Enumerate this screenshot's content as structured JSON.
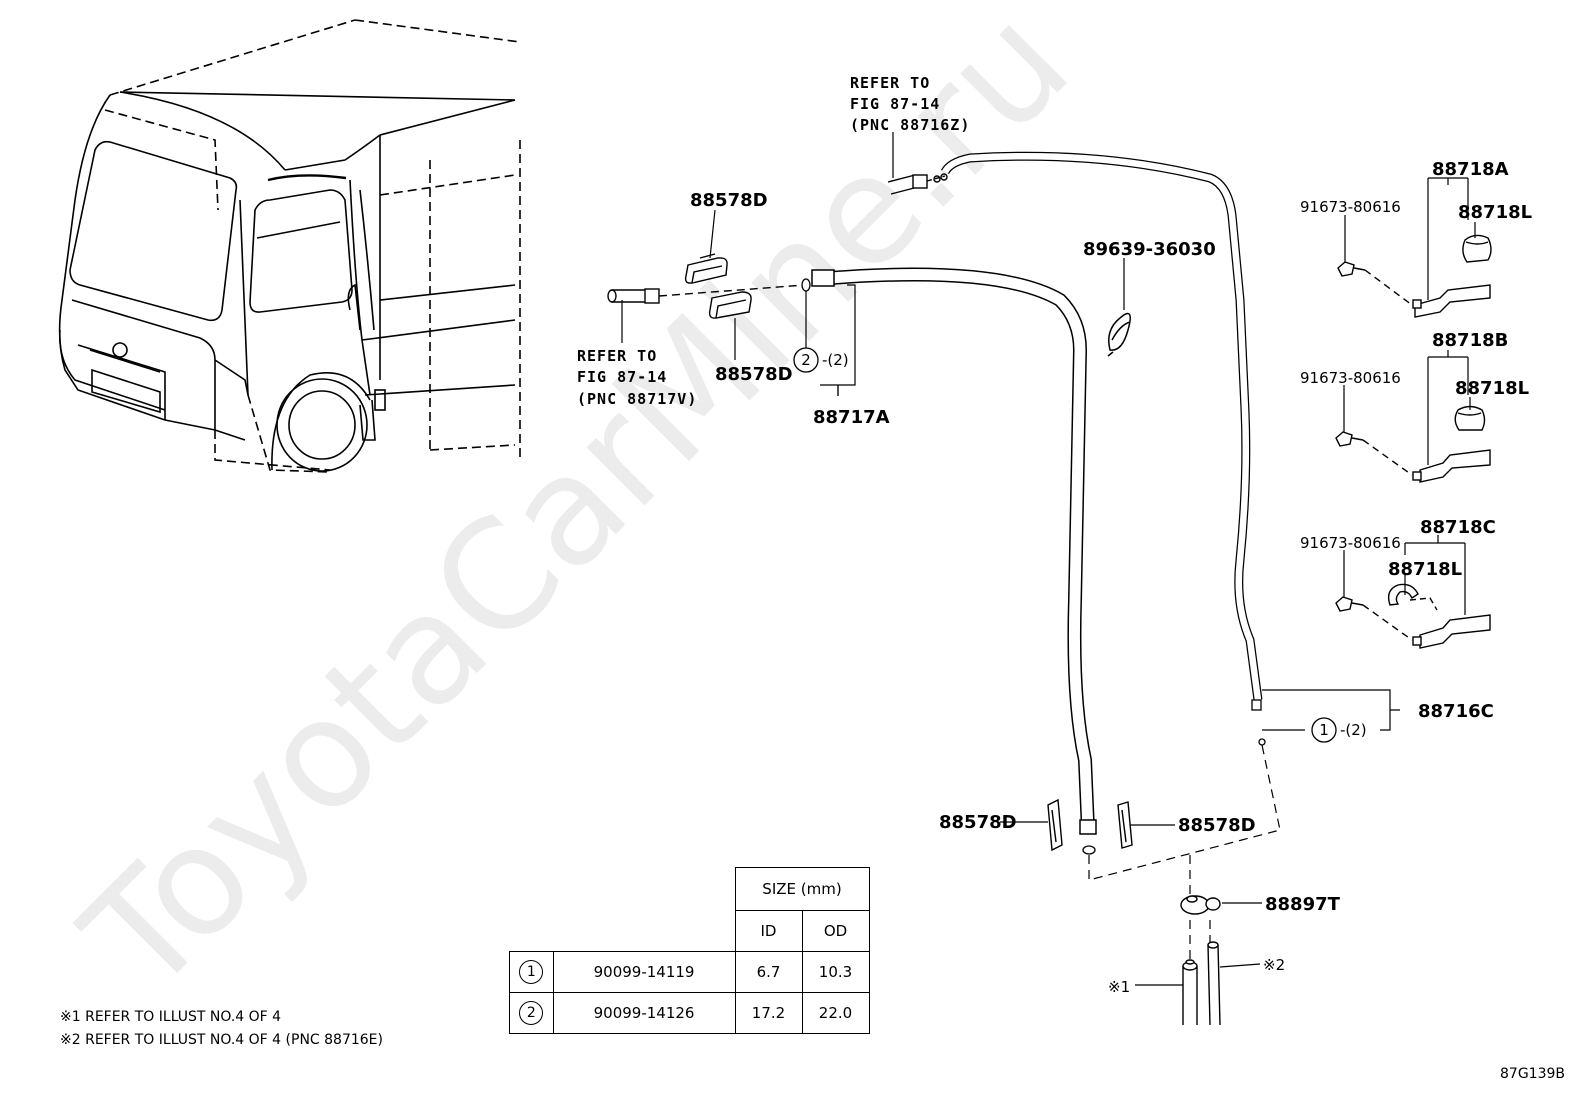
{
  "watermark": "ToyotaCarMine.ru",
  "diagram_code": "87G139B",
  "labels": {
    "refer_top": [
      "REFER TO",
      "FIG 87-14",
      "(PNC 88716Z)"
    ],
    "refer_left": [
      "REFER TO",
      "FIG 87-14",
      "(PNC 88717V)"
    ],
    "p88578d_top": "88578D",
    "p88578d_mid": "88578D",
    "p88578d_bl": "88578D",
    "p88578d_br": "88578D",
    "p88717a": "88717A",
    "p89639": "89639-36030",
    "p88718a": "88718A",
    "p88718b": "88718B",
    "p88718c": "88718C",
    "p88718l_a": "88718L",
    "p88718l_b": "88718L",
    "p88718l_c": "88718L",
    "p91673_a": "91673-80616",
    "p91673_b": "91673-80616",
    "p91673_c": "91673-80616",
    "p88716c": "88716C",
    "p88897t": "88897T",
    "qty_2": "-(2)",
    "qty_1": "-(2)",
    "circle_2": "2",
    "circle_1": "1",
    "mark1": "※1",
    "mark2": "※2"
  },
  "notes": [
    "※1 REFER TO ILLUST NO.4 OF 4",
    "※2 REFER TO ILLUST NO.4 OF 4 (PNC 88716E)"
  ],
  "size_table": {
    "header": "SIZE (mm)",
    "col_id": "ID",
    "col_od": "OD",
    "rows": [
      {
        "mark": "1",
        "part": "90099-14119",
        "id": "6.7",
        "od": "10.3"
      },
      {
        "mark": "2",
        "part": "90099-14126",
        "id": "17.2",
        "od": "22.0"
      }
    ]
  }
}
